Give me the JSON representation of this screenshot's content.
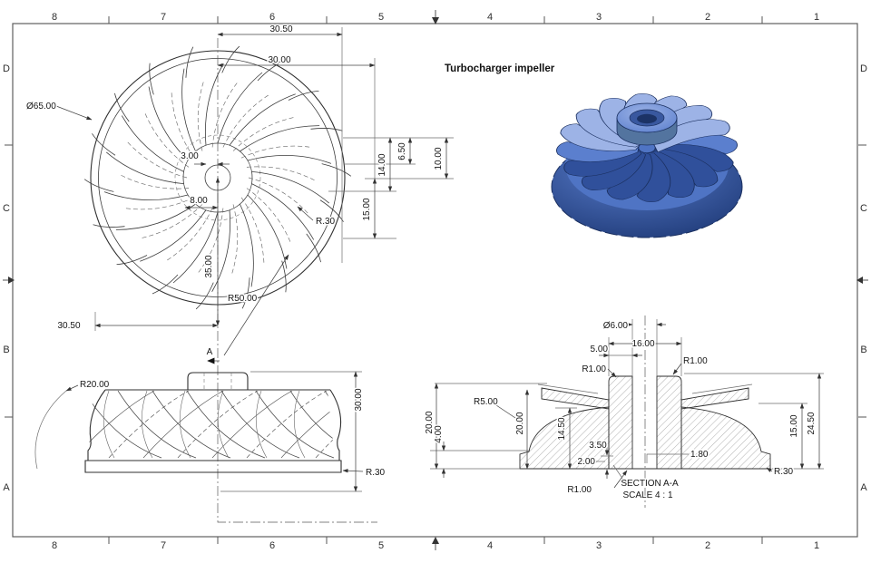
{
  "sheet": {
    "cols": [
      "8",
      "7",
      "6",
      "5",
      "4",
      "3",
      "2",
      "1"
    ],
    "rows": [
      "D",
      "C",
      "B",
      "A"
    ]
  },
  "title": "Turbocharger impeller",
  "front": {
    "dia": "Ø65.00",
    "w_top": "30.50",
    "w_blade": "30.00",
    "off": "3.00",
    "hub": "8.00",
    "r_tip": "R.30",
    "h14": "14.00",
    "h65": "6.50",
    "h10": "10.00",
    "h15": "15.00",
    "v35": "35.00",
    "r50": "R50.00",
    "w_bot": "30.50"
  },
  "side": {
    "r20": "R20.00",
    "h30": "30.00",
    "r30": "R.30",
    "a": "A"
  },
  "section": {
    "bore": "Ø6.00",
    "w16": "16.00",
    "w5": "5.00",
    "r1l": "R1.00",
    "r1r": "R1.00",
    "r5": "R5.00",
    "h20a": "20.00",
    "h4": "4.00",
    "h20b": "20.00",
    "h145": "14.50",
    "t35": "3.50",
    "t2": "2.00",
    "t18": "1.80",
    "h15": "15.00",
    "h245": "24.50",
    "r30": "R.30",
    "r1b": "R1.00",
    "label": "SECTION A-A",
    "scale": "SCALE 4 : 1"
  },
  "render": {
    "colors": {
      "light": "#9db3e6",
      "mid": "#5b7fce",
      "dark": "#30509b",
      "deep": "#24407f",
      "edge": "#1b3060"
    }
  }
}
